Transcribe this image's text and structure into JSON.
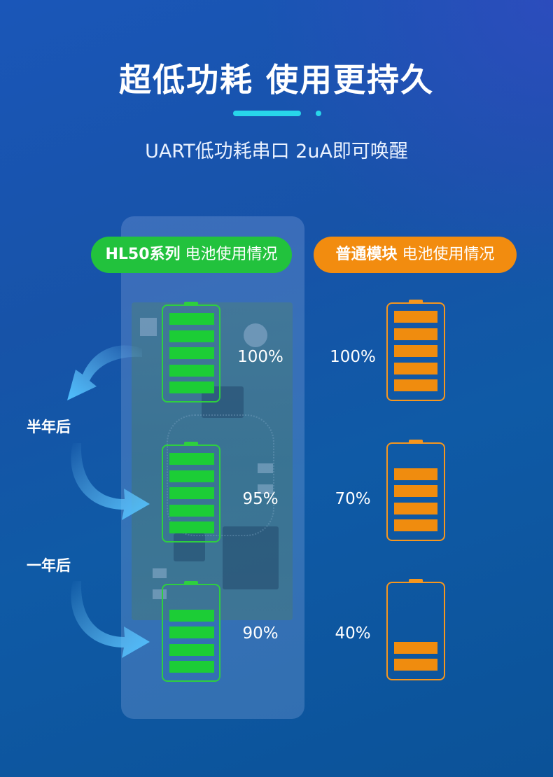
{
  "title": "超低功耗  使用更持久",
  "subtitle": "UART低功耗串口 2uA即可唤醒",
  "hl50": {
    "label_bold": "HL50系列",
    "label_rest": " 电池使用情况",
    "color": "#22c23d",
    "batteries": [
      {
        "percent_label": "100%",
        "level": 1.0
      },
      {
        "percent_label": "95%",
        "level": 0.95
      },
      {
        "percent_label": "90%",
        "level": 0.9
      }
    ]
  },
  "normal": {
    "label_bold": "普通模块",
    "label_rest": " 电池使用情况",
    "color": "#f28c0f",
    "batteries": [
      {
        "percent_label": "100%",
        "level": 1.0
      },
      {
        "percent_label": "70%",
        "level": 0.7
      },
      {
        "percent_label": "40%",
        "level": 0.4
      }
    ]
  },
  "timeline": {
    "half_year": "半年后",
    "one_year": "一年后"
  }
}
